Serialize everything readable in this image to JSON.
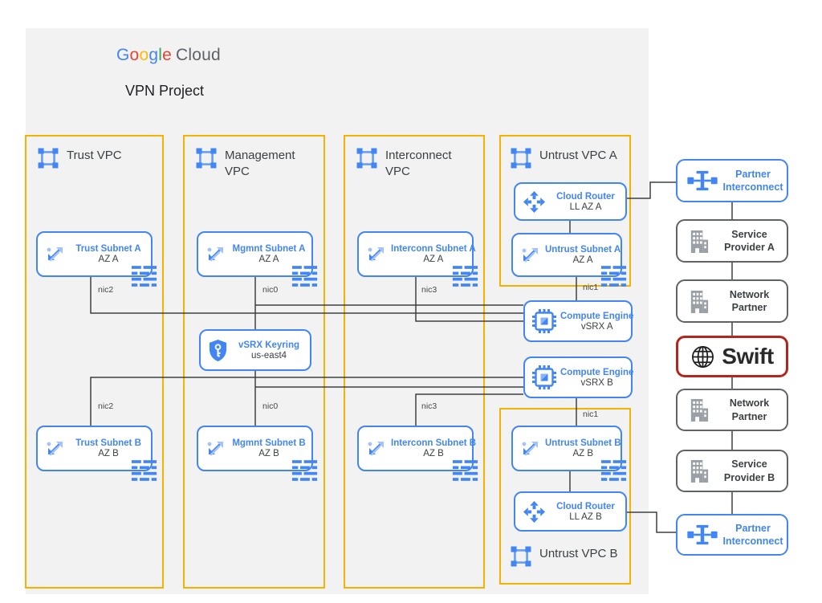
{
  "header": {
    "logo": {
      "letters": [
        {
          "c": "G",
          "color": "#4285F4"
        },
        {
          "c": "o",
          "color": "#EA4335"
        },
        {
          "c": "o",
          "color": "#FBBC05"
        },
        {
          "c": "g",
          "color": "#4285F4"
        },
        {
          "c": "l",
          "color": "#34A853"
        },
        {
          "c": "e",
          "color": "#EA4335"
        }
      ],
      "cloud": "Cloud"
    },
    "title": "VPN Project"
  },
  "vpcs": {
    "trust": "Trust VPC",
    "management": "Management VPC",
    "interconnect": "Interconnect VPC",
    "untrust_a": "Untrust VPC A",
    "untrust_b": "Untrust VPC B"
  },
  "nodes": {
    "trust_subnet_a": {
      "title": "Trust Subnet A",
      "subtitle": "AZ A"
    },
    "mgmnt_subnet_a": {
      "title": "Mgmnt Subnet A",
      "subtitle": "AZ A"
    },
    "interconn_subnet_a": {
      "title": "Interconn Subnet A",
      "subtitle": "AZ A"
    },
    "untrust_subnet_a": {
      "title": "Untrust Subnet A",
      "subtitle": "AZ A"
    },
    "cloud_router_a": {
      "title": "Cloud Router",
      "subtitle": "LL AZ A"
    },
    "compute_a": {
      "title": "Compute Engine",
      "subtitle": "vSRX A"
    },
    "compute_b": {
      "title": "Compute Engine",
      "subtitle": "vSRX B"
    },
    "keyring": {
      "title": "vSRX Keyring",
      "subtitle": "us-east4"
    },
    "trust_subnet_b": {
      "title": "Trust Subnet B",
      "subtitle": "AZ B"
    },
    "mgmnt_subnet_b": {
      "title": "Mgmnt Subnet B",
      "subtitle": "AZ B"
    },
    "interconn_subnet_b": {
      "title": "Interconn Subnet B",
      "subtitle": "AZ B"
    },
    "untrust_subnet_b": {
      "title": "Untrust Subnet B",
      "subtitle": "AZ B"
    },
    "cloud_router_b": {
      "title": "Cloud Router",
      "subtitle": "LL AZ B"
    }
  },
  "right": {
    "partner_interconnect_top": "Partner Interconnect",
    "service_provider_a": "Service Provider A",
    "network_partner_top": "Network Partner",
    "swift": "Swift",
    "network_partner_bottom": "Network Partner",
    "service_provider_b": "Service Provider B",
    "partner_interconnect_bottom": "Partner Interconnect"
  },
  "nics": {
    "a_trust": "nic2",
    "a_mgmnt": "nic0",
    "a_interconn": "nic3",
    "a_untrust": "nic1",
    "b_trust": "nic2",
    "b_mgmnt": "nic0",
    "b_interconn": "nic3",
    "b_untrust": "nic1"
  },
  "colors": {
    "vpc_border": "#F5B301",
    "node_border": "#4285F4",
    "node_title_text": "#4285F4",
    "body_text": "#3C4043",
    "gray_border": "#5F6368",
    "swift_border": "#B3261E",
    "connector_line": "#3C4043",
    "panel_bg": "#F2F2F2",
    "building_icon": "#9AA0A6"
  }
}
